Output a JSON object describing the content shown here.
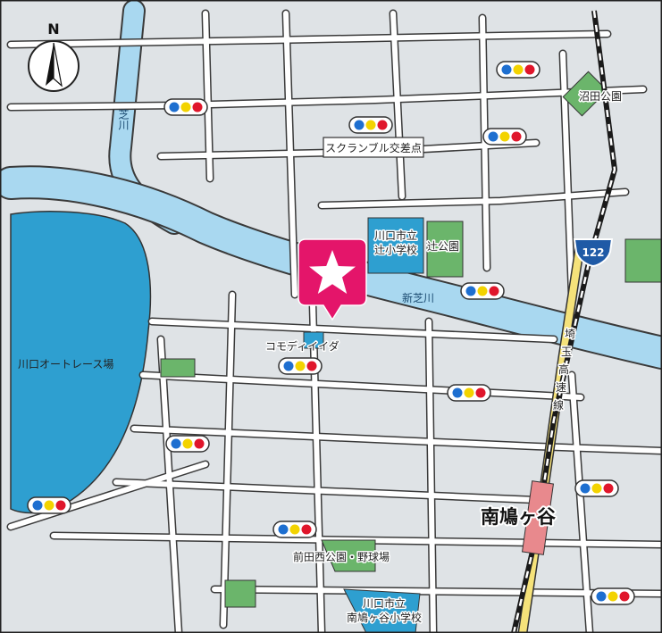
{
  "compass": {
    "label": "N",
    "icon": "north-arrow-icon"
  },
  "colors": {
    "background": "#dfe3e6",
    "road": "#ffffff",
    "road_edge": "#3a3a3a",
    "river": "#a9d8f0",
    "pond": "#2e9fd0",
    "school": "#2e9fd0",
    "park": "#6bb56b",
    "railway": "#1a1a1a",
    "expressway": "#f5e27a",
    "station": "#e8898d",
    "marker": "#e4156a"
  },
  "labels": {
    "scramble_crossing": "スクランブル交差点",
    "numata_park": "沼田公園",
    "shiba_river": "芝川",
    "tsuji_school_line1": "川口市立",
    "tsuji_school_line2": "辻小学校",
    "tsuji_park": "辻公園",
    "shin_shiba_river": "新芝川",
    "route_number": "122",
    "komodi_iida": "コモディイイダ",
    "auto_race": "川口オートレース場",
    "expressway_c1": "埼",
    "expressway_c2": "玉",
    "expressway_c3": "高",
    "expressway_c4": "速",
    "expressway_c5": "線",
    "station": "南鳩ヶ谷",
    "maeda_park": "前田西公園・野球場",
    "hatogaya_school_line1": "川口市立",
    "hatogaya_school_line2": "南鳩ヶ谷小学校"
  },
  "marker": {
    "icon": "star-icon",
    "name": "destination-marker"
  },
  "traffic_signal": {
    "icon": "traffic-signal-icon"
  }
}
